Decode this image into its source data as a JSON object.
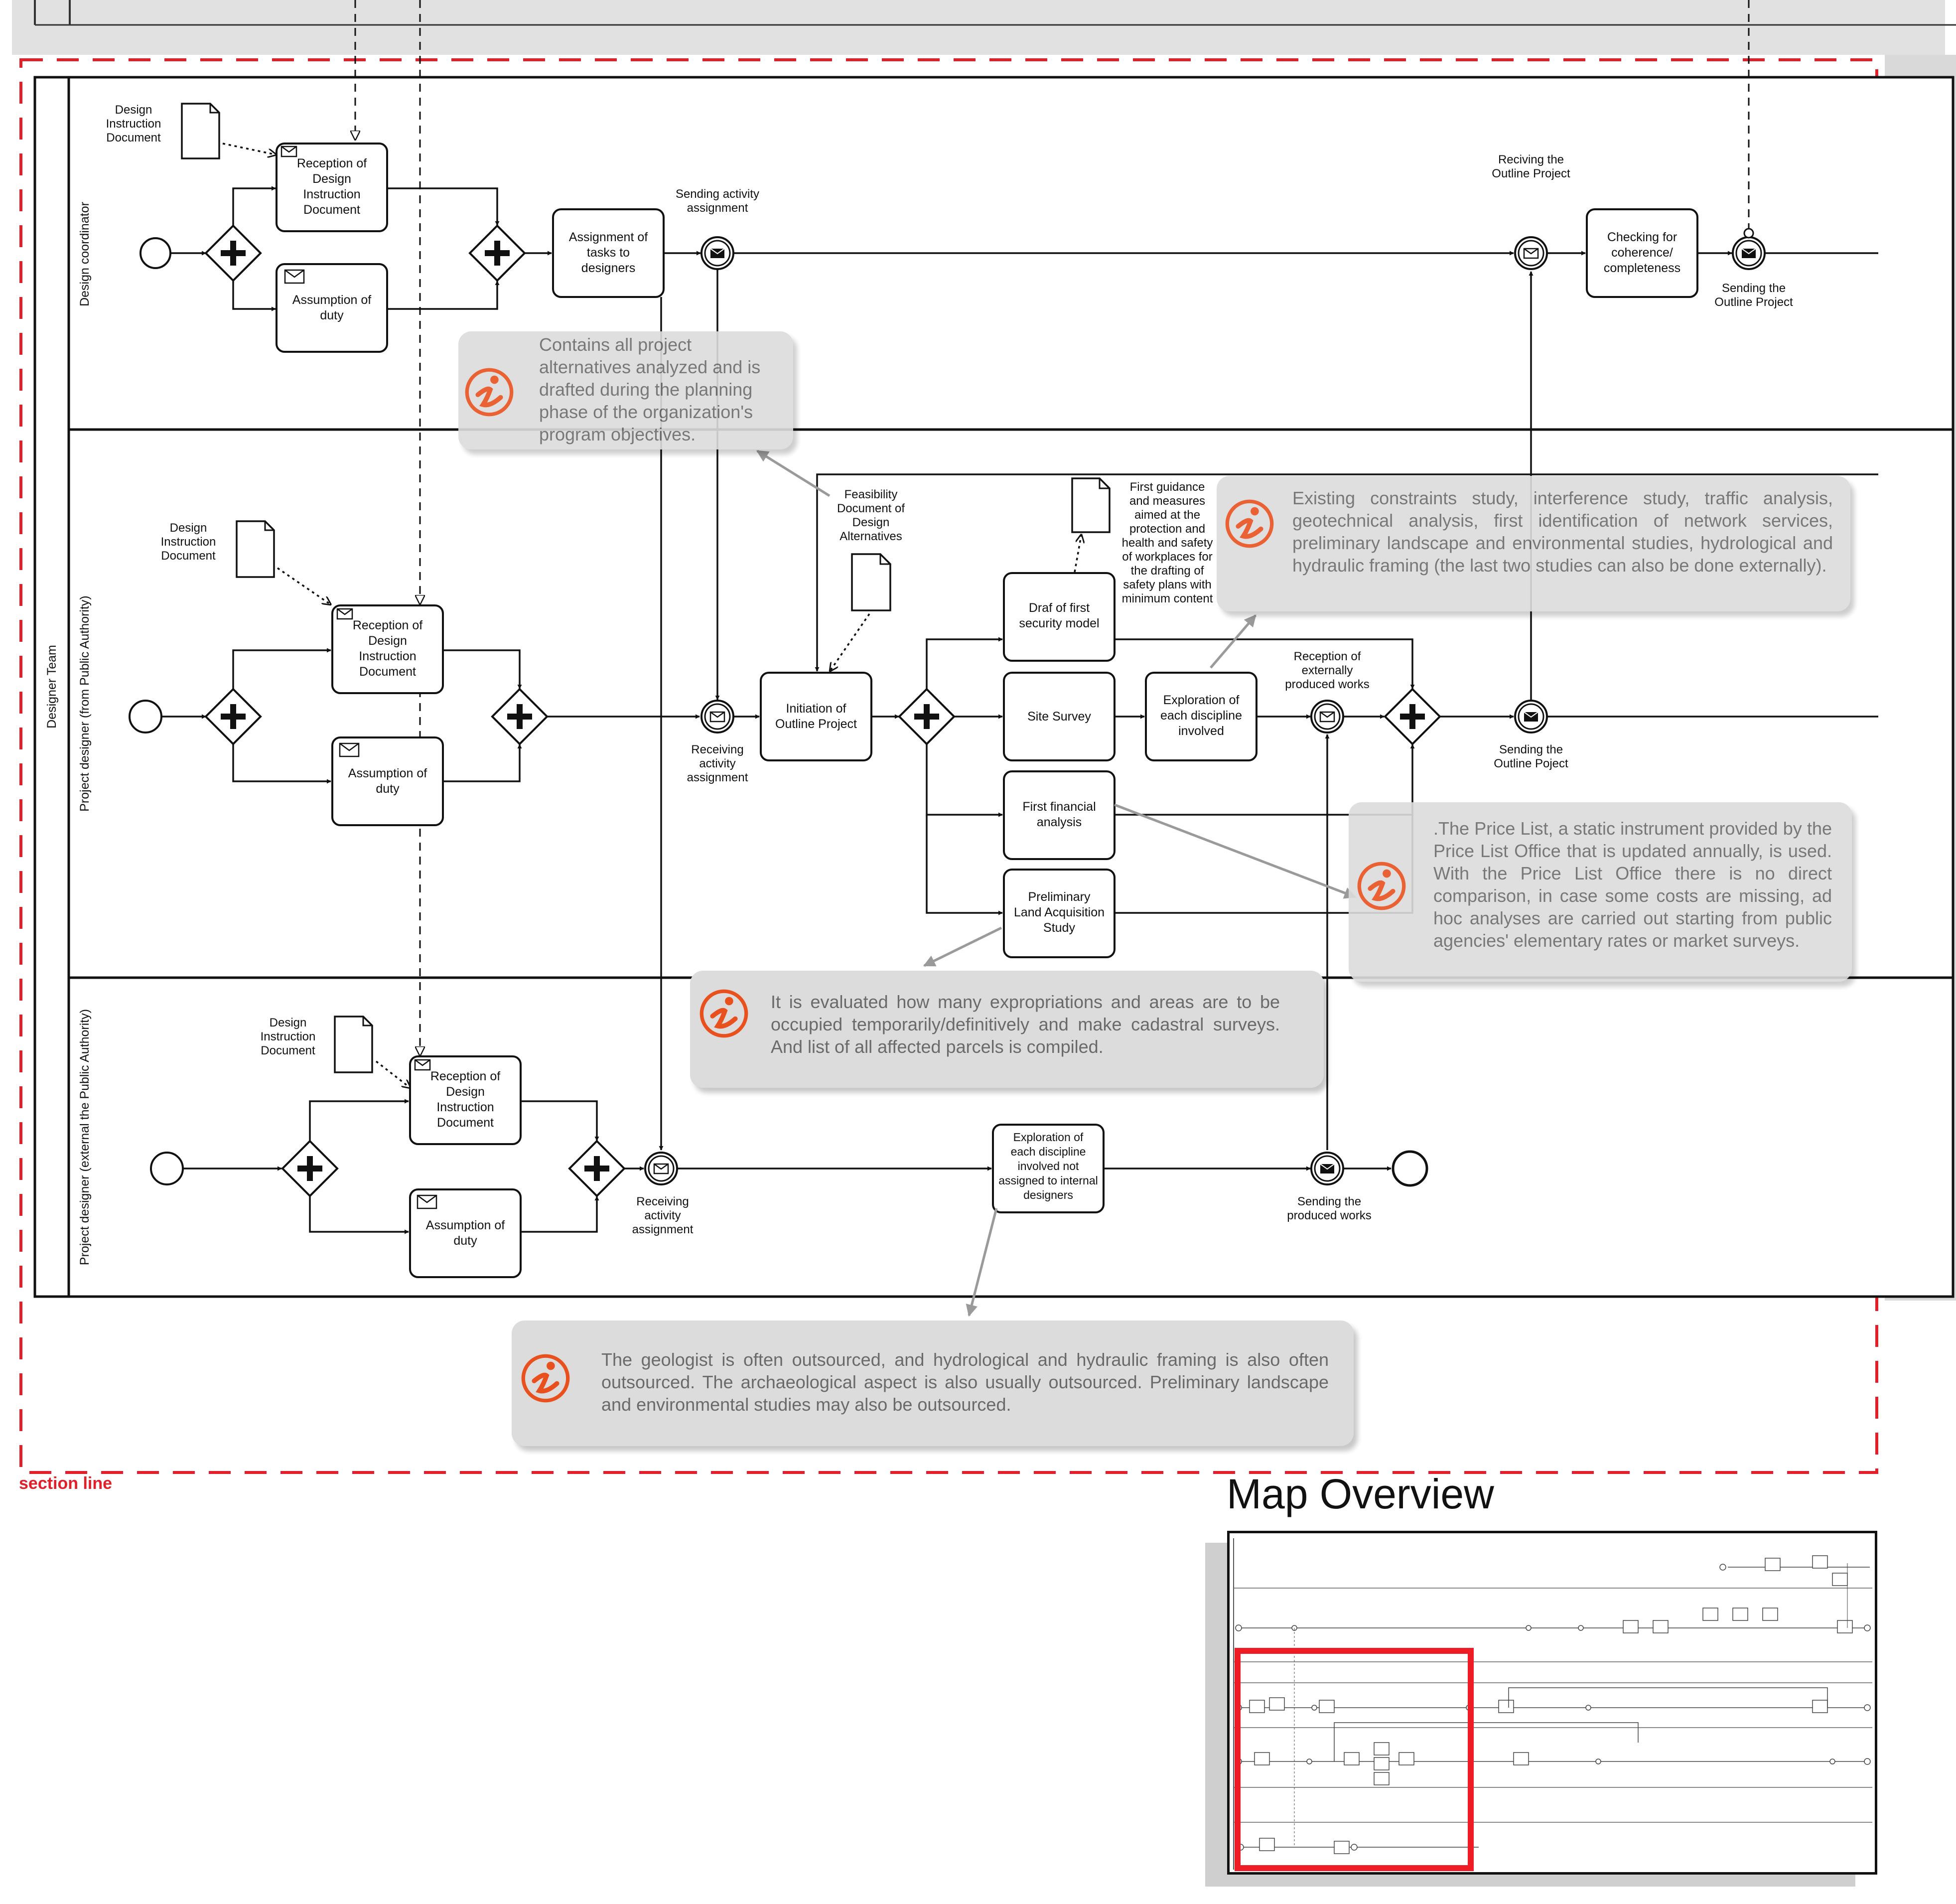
{
  "section_line": "section line",
  "map_overview": {
    "title": "Map Overview"
  },
  "pool": {
    "name": "Designer Team"
  },
  "lanes": {
    "coordinator": "Design coordinator",
    "internal": "Project designer (from Public Authority)",
    "external": "Project designer (external the Public Authority)"
  },
  "coordinator": {
    "doc": [
      "Design",
      "Instruction",
      "Document"
    ],
    "reception": [
      "Reception of",
      "Design",
      "Instruction",
      "Document"
    ],
    "assumption": [
      "Assumption of",
      "duty"
    ],
    "assignment": [
      "Assignment of",
      "tasks to",
      "designers"
    ],
    "sending_activity": [
      "Sending activity",
      "assignment"
    ],
    "receiving_outline": [
      "Reciving the",
      "Outline Project"
    ],
    "checking": [
      "Checking for",
      "coherence/",
      "completeness"
    ],
    "sending_outline": [
      "Sending the",
      "Outline Project"
    ]
  },
  "internal": {
    "doc": [
      "Design",
      "Instruction",
      "Document"
    ],
    "reception": [
      "Reception of",
      "Design",
      "Instruction",
      "Document"
    ],
    "assumption": [
      "Assumption of",
      "duty"
    ],
    "receiving_activity": [
      "Receiving",
      "activity",
      "assignment"
    ],
    "feasibility_doc": [
      "Feasibility",
      "Document of",
      "Design",
      "Alternatives"
    ],
    "initiation": [
      "Initiation of",
      "Outline Project"
    ],
    "security": [
      "Draf of first",
      "security model"
    ],
    "guidance_doc": [
      "First guidance",
      "and measures",
      "aimed at the",
      "protection and",
      "health and safety",
      "of workplaces for",
      "the drafting of",
      "safety plans with",
      "minimum content"
    ],
    "site_survey": [
      "Site Survey"
    ],
    "exploration": [
      "Exploration of",
      "each discipline",
      "involved"
    ],
    "reception_external": [
      "Reception of",
      "externally",
      "produced works"
    ],
    "financial": [
      "First financial",
      "analysis"
    ],
    "land": [
      "Preliminary",
      "Land Acquisition",
      "Study"
    ],
    "sending_outline": [
      "Sending the",
      "Outline Poject"
    ]
  },
  "external": {
    "doc": [
      "Design",
      "Instruction",
      "Document"
    ],
    "reception": [
      "Reception of",
      "Design",
      "Instruction",
      "Document"
    ],
    "assumption": [
      "Assumption of",
      "duty"
    ],
    "receiving_activity": [
      "Receiving",
      "activity",
      "assignment"
    ],
    "exploration": [
      "Exploration of",
      "each discipline",
      "involved not",
      "assigned to internal",
      "designers"
    ],
    "sending_works": [
      "Sending the",
      "produced works"
    ]
  },
  "notes": {
    "alternatives": "Contains all project alternatives analyzed and is drafted during the planning phase of the organization's program objectives.",
    "constraints": "Existing constraints study, interference study, traffic analysis, geotechnical analysis, first identification of network services, preliminary landscape and environmental studies, hydrological and hydraulic framing (the last two studies can also be done externally).",
    "price_list": ".The Price List, a static instrument provided by the Price List Office that is updated annually, is used. With the Price List Office there is no direct comparison, in case some costs are missing, ad hoc analyses are carried out starting from public agencies' elementary rates or market surveys.",
    "expropriations": "It is evaluated how many expropriations and areas are to be occupied temporarily/definitively and make cadastral surveys. And list of all affected parcels is compiled.",
    "geologist": "The geologist is often outsourced, and hydrological and hydraulic framing is also often outsourced. The archaeological aspect is also usually outsourced. Preliminary landscape and environmental studies may also be outsourced."
  },
  "colors": {
    "accent": "#e0202a",
    "note_bg": "#dcdcdc",
    "note_text": "#6a6a6a",
    "icon": "#e8501e"
  },
  "icons": {
    "note": "info-icon",
    "message": "envelope-icon",
    "document": "document-icon"
  }
}
